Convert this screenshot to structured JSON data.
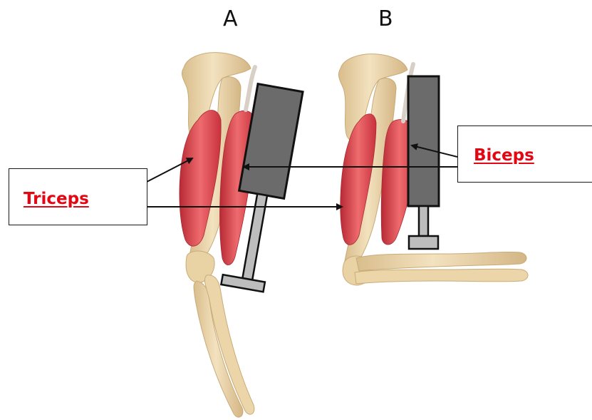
{
  "panels": {
    "a_label": "A",
    "b_label": "B"
  },
  "callouts": {
    "triceps_label": "Triceps",
    "biceps_label": "Biceps"
  },
  "colors": {
    "label_red": "#e30613",
    "bone": "#ecd7ad",
    "bone_shadow": "#d5b989",
    "muscle": "#d8404a",
    "muscle_light": "#f2888a",
    "piston_body": "#6b6b6b",
    "piston_rod": "#bdbdbd",
    "outline": "#111111"
  }
}
